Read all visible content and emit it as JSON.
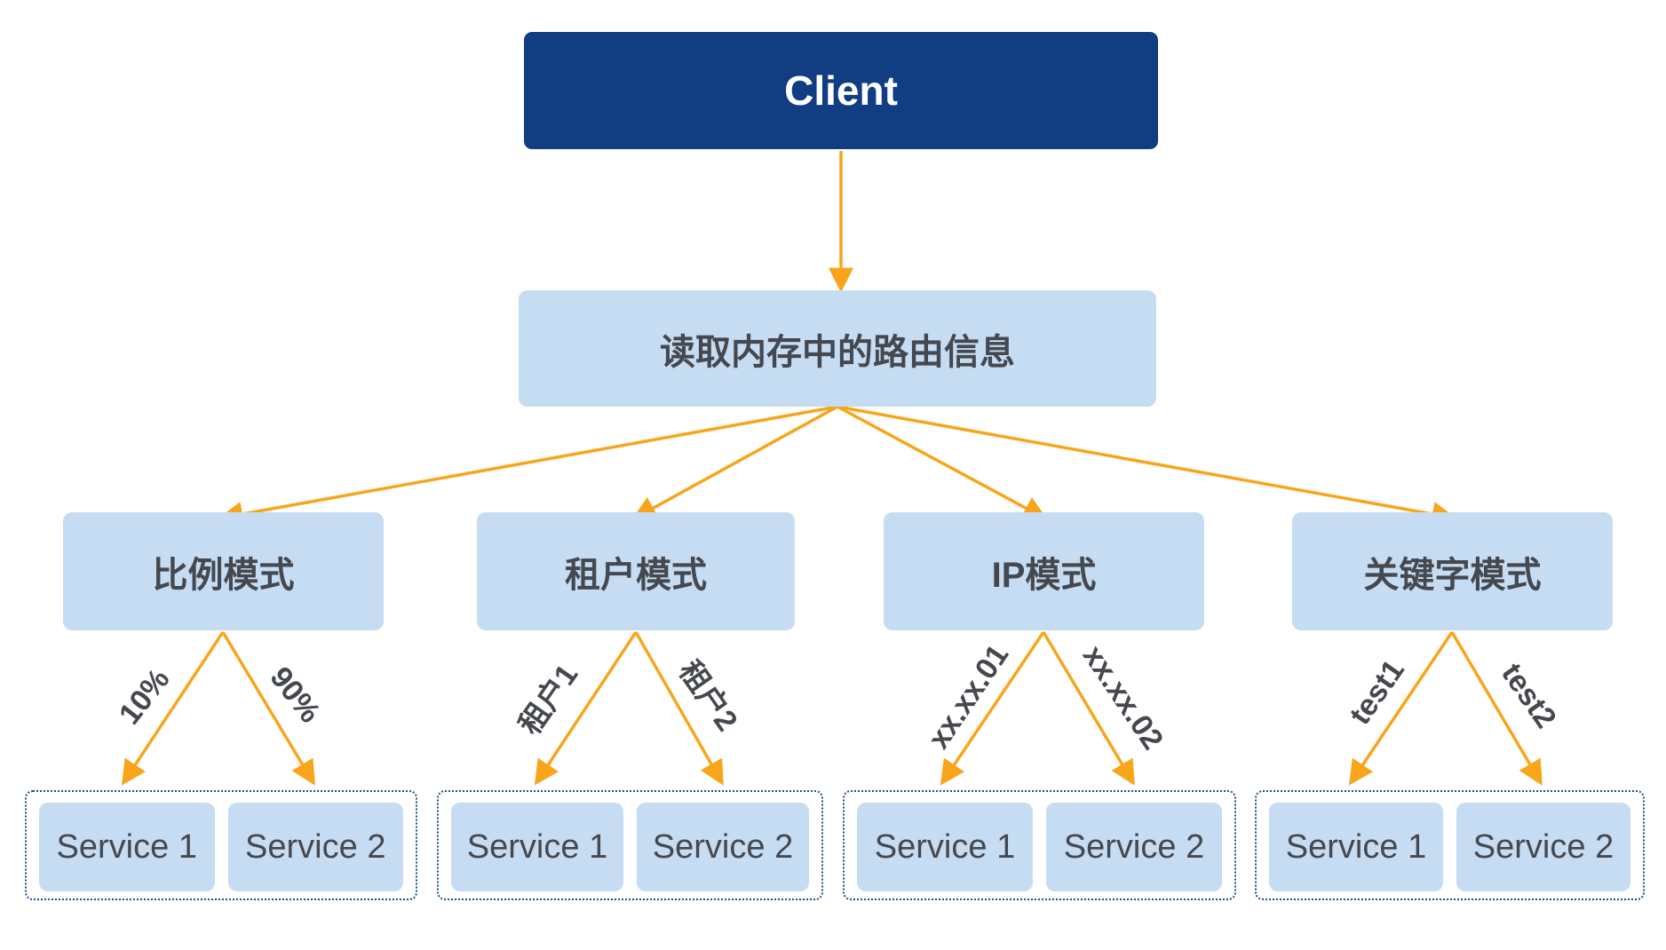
{
  "client": {
    "label": "Client"
  },
  "router": {
    "label": "读取内存中的路由信息"
  },
  "modes": [
    {
      "label": "比例模式",
      "branches": [
        "10%",
        "90%"
      ],
      "services": [
        "Service 1",
        "Service 2"
      ]
    },
    {
      "label": "租户模式",
      "branches": [
        "租户1",
        "租户2"
      ],
      "services": [
        "Service 1",
        "Service 2"
      ]
    },
    {
      "label": "IP模式",
      "branches": [
        "xx.xx.01",
        "xx.xx.02"
      ],
      "services": [
        "Service 1",
        "Service 2"
      ]
    },
    {
      "label": "关键字模式",
      "branches": [
        "test1",
        "test2"
      ],
      "services": [
        "Service 1",
        "Service 2"
      ]
    }
  ],
  "colors": {
    "background": "#ffffff",
    "client_bg": "#113d82",
    "client_text": "#ffffff",
    "node_bg": "#c5dcf2",
    "text_dark": "#45484e",
    "arrow": "#F9A51B",
    "group_border": "#1d4e89"
  }
}
